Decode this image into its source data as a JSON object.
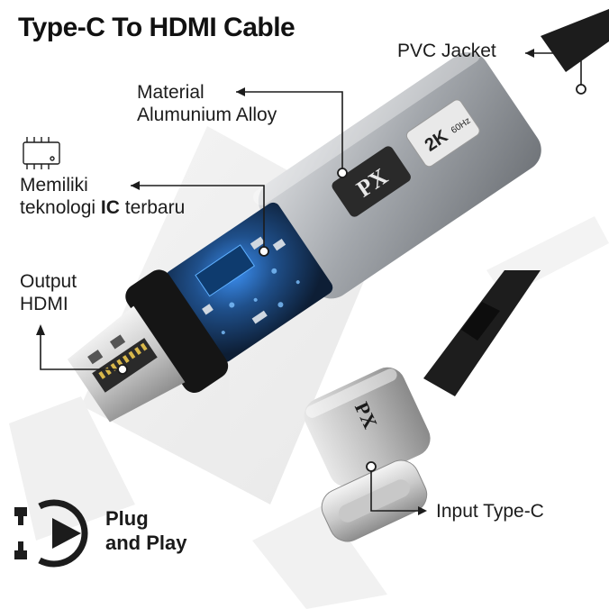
{
  "title": "Type-C To HDMI Cable",
  "brand_mark": "PX",
  "badge": {
    "resolution": "2K",
    "refresh": "60Hz"
  },
  "labels": {
    "pvc_jacket": "PVC Jacket",
    "material_line1": "Material",
    "material_line2": "Alumunium Alloy",
    "ic_line1": "Memiliki",
    "ic_line2_pre": "teknologi ",
    "ic_line2_bold": "IC",
    "ic_line2_post": " terbaru",
    "output_line1": "Output",
    "output_line2": "HDMI",
    "input": "Input Type-C"
  },
  "plug_and_play": {
    "line1": "Plug",
    "line2": "and Play"
  },
  "icons": [
    "chip-icon",
    "play-icon"
  ],
  "colors": {
    "accent_blue": "#2a8cff",
    "shell_gray": "#9a9ea3",
    "cable_black": "#1a1a1a"
  }
}
